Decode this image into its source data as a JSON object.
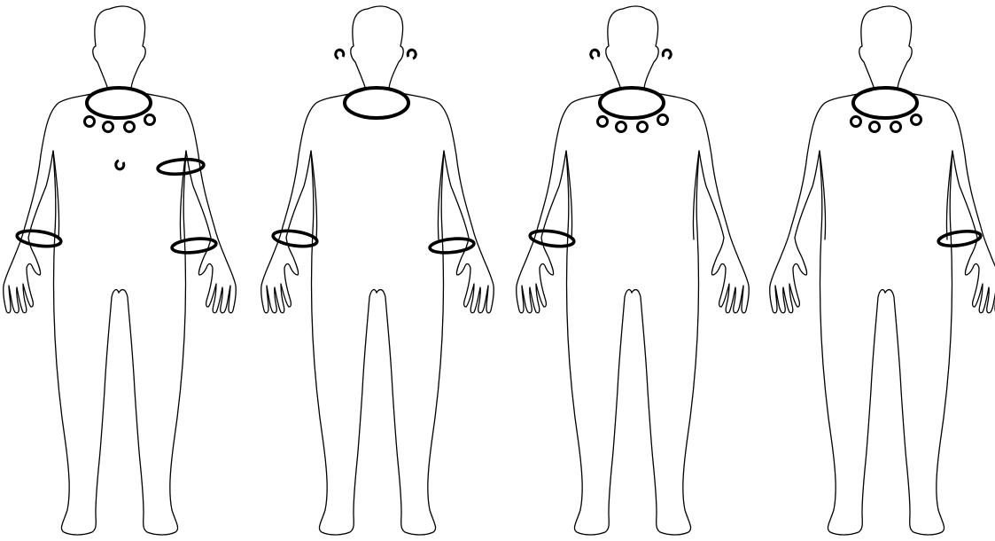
{
  "colors": {
    "background": "#ffffff",
    "stroke": "#000000"
  },
  "figures": [
    {
      "id": "figure-1",
      "ornaments": [
        "collar",
        "pendant-beads",
        "chest-ornament",
        "upper-arm-ring",
        "wrist-ring-left",
        "wrist-ring-right"
      ]
    },
    {
      "id": "figure-2",
      "ornaments": [
        "collar",
        "earring-left",
        "earring-right",
        "wrist-ring-left",
        "wrist-ring-right"
      ]
    },
    {
      "id": "figure-3",
      "ornaments": [
        "collar",
        "pendant-beads",
        "earring-left",
        "earring-right",
        "wrist-ring-left"
      ]
    },
    {
      "id": "figure-4",
      "ornaments": [
        "collar",
        "pendant-beads",
        "wrist-ring-right"
      ]
    }
  ]
}
